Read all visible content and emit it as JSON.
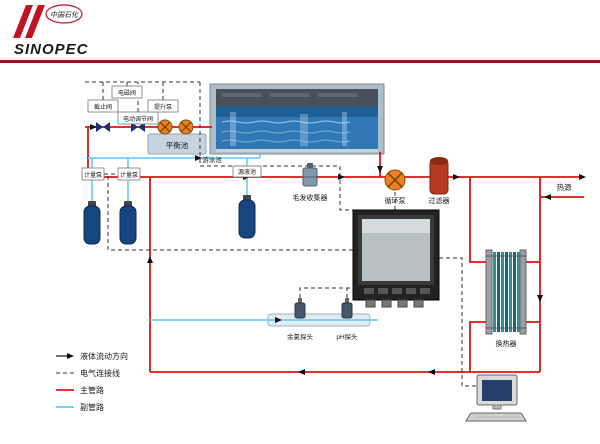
{
  "header": {
    "brand_cn": "中国石化",
    "brand_en": "SINOPEC"
  },
  "diagram": {
    "control_boxes": {
      "solenoid_valve": "电磁阀",
      "stop_valve": "截止阀",
      "motor_valve": "电动调节阀",
      "lift_pump": "提升泵"
    },
    "dosing": {
      "pump1": "计量泵",
      "pump2": "计量泵",
      "source_tank": "源液池"
    },
    "labels": {
      "balance_tank": "平衡池",
      "pool": "游泳池",
      "hair_collector": "毛发收集器",
      "circulation_pump": "循环泵",
      "filter": "过滤器",
      "heat_source": "热源",
      "heat_exchanger": "换热器",
      "cl_sensor": "余氯探头",
      "ph_sensor": "pH探头"
    },
    "legend": {
      "flow": "液体流动方向",
      "electric": "电气连接线",
      "main": "主管路",
      "secondary": "副管路"
    },
    "colors": {
      "main_pipe": "#e01212",
      "secondary_pipe": "#5bc8f0",
      "electric_line": "#333333",
      "header_rule": "#8b1822",
      "pump_orange": "#e8821e"
    }
  }
}
